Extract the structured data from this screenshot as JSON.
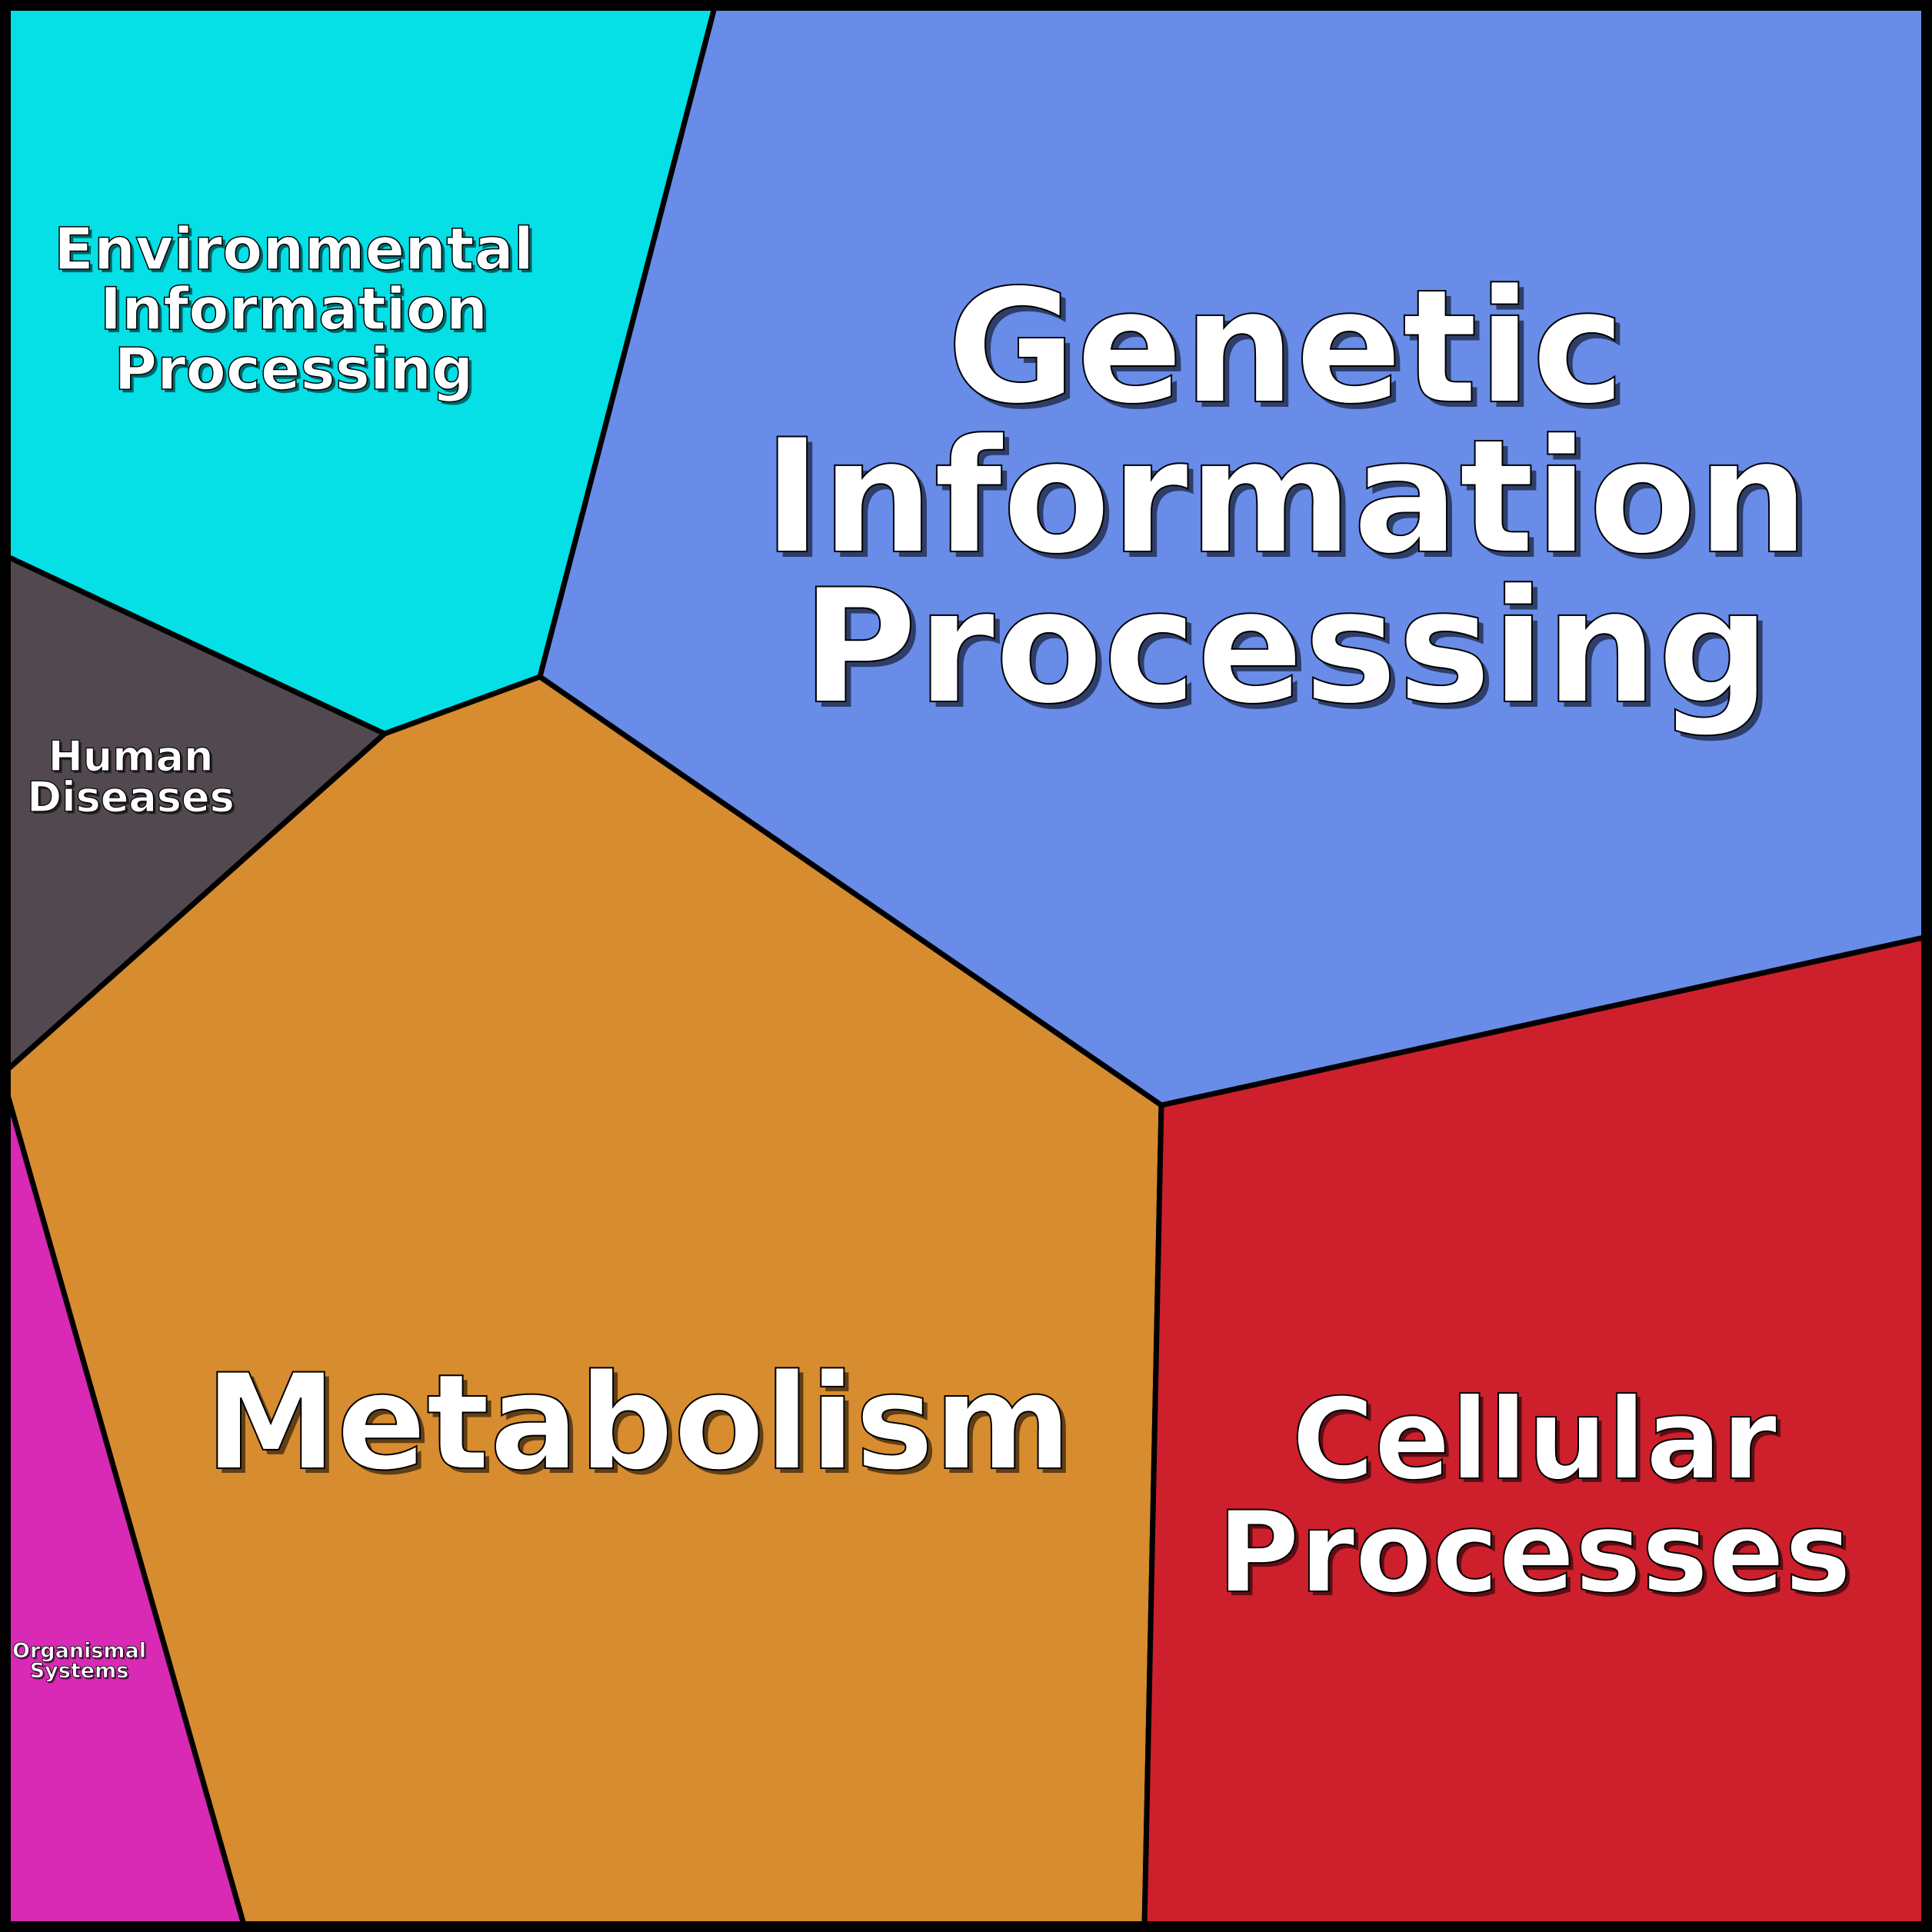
{
  "diagram": {
    "type": "voronoi-treemap",
    "regions": [
      {
        "id": "environmental",
        "lines": [
          "Environmental",
          "Information",
          "Processing"
        ],
        "color": "#05dfe6"
      },
      {
        "id": "genetic",
        "lines": [
          "Genetic",
          "Information",
          "Processing"
        ],
        "color": "#688ce8"
      },
      {
        "id": "human",
        "lines": [
          "Human",
          "Diseases"
        ],
        "color": "#51494f"
      },
      {
        "id": "metabolism",
        "lines": [
          "Metabolism"
        ],
        "color": "#d68c2f"
      },
      {
        "id": "cellular",
        "lines": [
          "Cellular",
          "Processes"
        ],
        "color": "#cd202c"
      },
      {
        "id": "organismal",
        "lines": [
          "Organismal",
          "Systems"
        ],
        "color": "#d82ab4"
      }
    ]
  }
}
